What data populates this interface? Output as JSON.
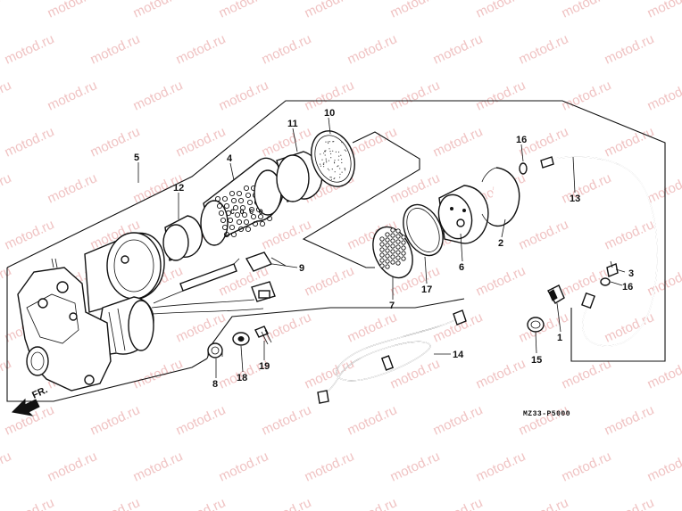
{
  "watermark": {
    "text": "motod.ru",
    "color": "#f0c3c3"
  },
  "diagram": {
    "code": "MZ33-P5000",
    "orientation_label": "FR.",
    "callouts": [
      {
        "key": "1",
        "label": "1"
      },
      {
        "key": "2",
        "label": "2"
      },
      {
        "key": "3",
        "label": "3"
      },
      {
        "key": "4",
        "label": "4"
      },
      {
        "key": "5",
        "label": "5"
      },
      {
        "key": "6",
        "label": "6"
      },
      {
        "key": "7",
        "label": "7"
      },
      {
        "key": "8",
        "label": "8"
      },
      {
        "key": "9",
        "label": "9"
      },
      {
        "key": "10",
        "label": "10"
      },
      {
        "key": "11",
        "label": "11"
      },
      {
        "key": "12",
        "label": "12"
      },
      {
        "key": "13",
        "label": "13"
      },
      {
        "key": "14",
        "label": "14"
      },
      {
        "key": "15",
        "label": "15"
      },
      {
        "key": "16a",
        "label": "16"
      },
      {
        "key": "16b",
        "label": "16"
      },
      {
        "key": "17",
        "label": "17"
      },
      {
        "key": "18",
        "label": "18"
      },
      {
        "key": "19",
        "label": "19"
      }
    ]
  }
}
